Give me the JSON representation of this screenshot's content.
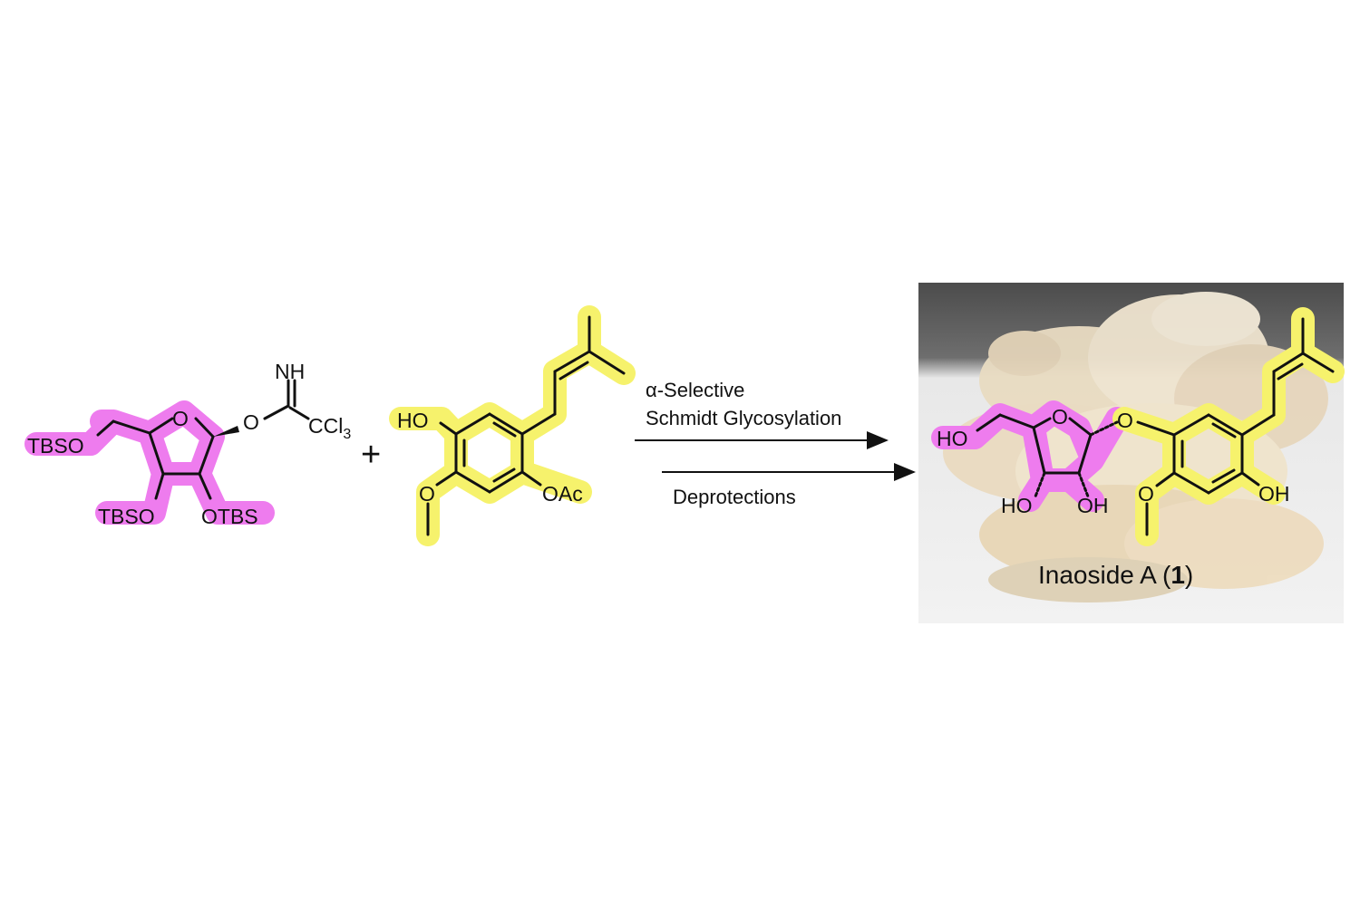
{
  "reactant1": {
    "labels": {
      "tbso_top": "TBSO",
      "tbso_bottom": "TBSO",
      "otbs": "OTBS",
      "ring_o": "O",
      "link_o": "O",
      "nh": "NH",
      "ccl": "CCl",
      "sub3": "3"
    },
    "highlight_color": "#ee7cee"
  },
  "plus": "+",
  "reactant2": {
    "labels": {
      "ho": "HO",
      "oac": "OAc",
      "ome_o": "O"
    },
    "highlight_color": "#f6f26c"
  },
  "conditions": {
    "line1": "α-Selective",
    "line2": "Schmidt Glycosylation",
    "line3": "Deprotections"
  },
  "product": {
    "labels": {
      "ho_ch2": "HO",
      "ring_o": "O",
      "link_o": "O",
      "ho_c3": "HO",
      "oh_c2": "OH",
      "ome_o": "O",
      "oh_ar": "OH"
    },
    "name_prefix": "Inaoside A (",
    "name_number": "1",
    "name_suffix": ")"
  },
  "colors": {
    "pink": "#ee7cee",
    "yellow": "#f6f26c",
    "ink": "#111111"
  }
}
